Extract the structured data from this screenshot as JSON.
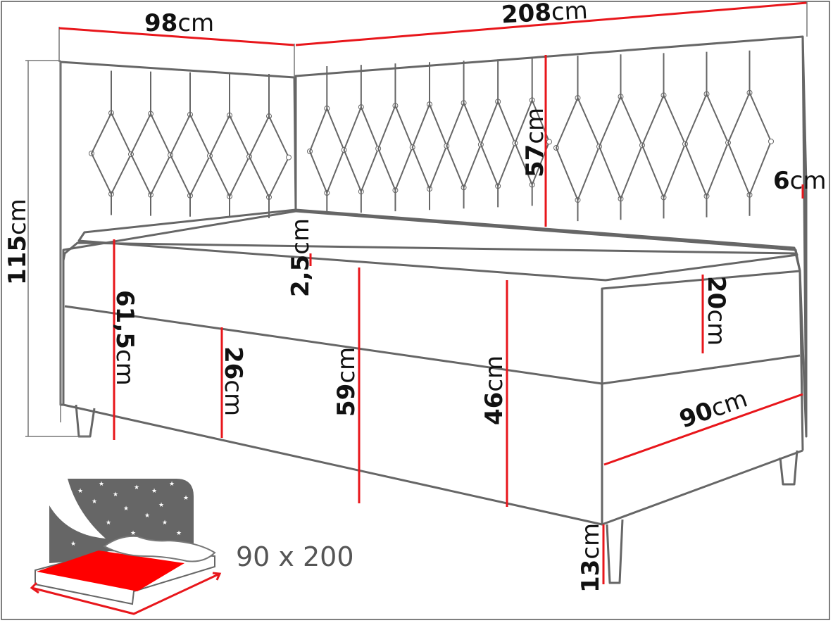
{
  "dimensions": {
    "side_width": {
      "value": "98",
      "unit": "cm"
    },
    "back_length": {
      "value": "208",
      "unit": "cm"
    },
    "headboard_panel_height": {
      "value": "57",
      "unit": "cm"
    },
    "headboard_thickness": {
      "value": "6",
      "unit": "cm"
    },
    "total_height": {
      "value": "115",
      "unit": "cm"
    },
    "topper_height": {
      "value": "2,5",
      "unit": "cm"
    },
    "side_height": {
      "value": "61,5",
      "unit": "cm"
    },
    "base_height": {
      "value": "26",
      "unit": "cm"
    },
    "sleeping_height": {
      "value": "59",
      "unit": "cm"
    },
    "box_height": {
      "value": "46",
      "unit": "cm"
    },
    "mattress_height": {
      "value": "20",
      "unit": "cm"
    },
    "bed_width": {
      "value": "90",
      "unit": "cm"
    },
    "leg_height": {
      "value": "13",
      "unit": "cm"
    }
  },
  "mattress_size": "90 x 200",
  "colors": {
    "accent": "#e8161b",
    "outline": "#666666",
    "icon_gray": "#666666"
  }
}
